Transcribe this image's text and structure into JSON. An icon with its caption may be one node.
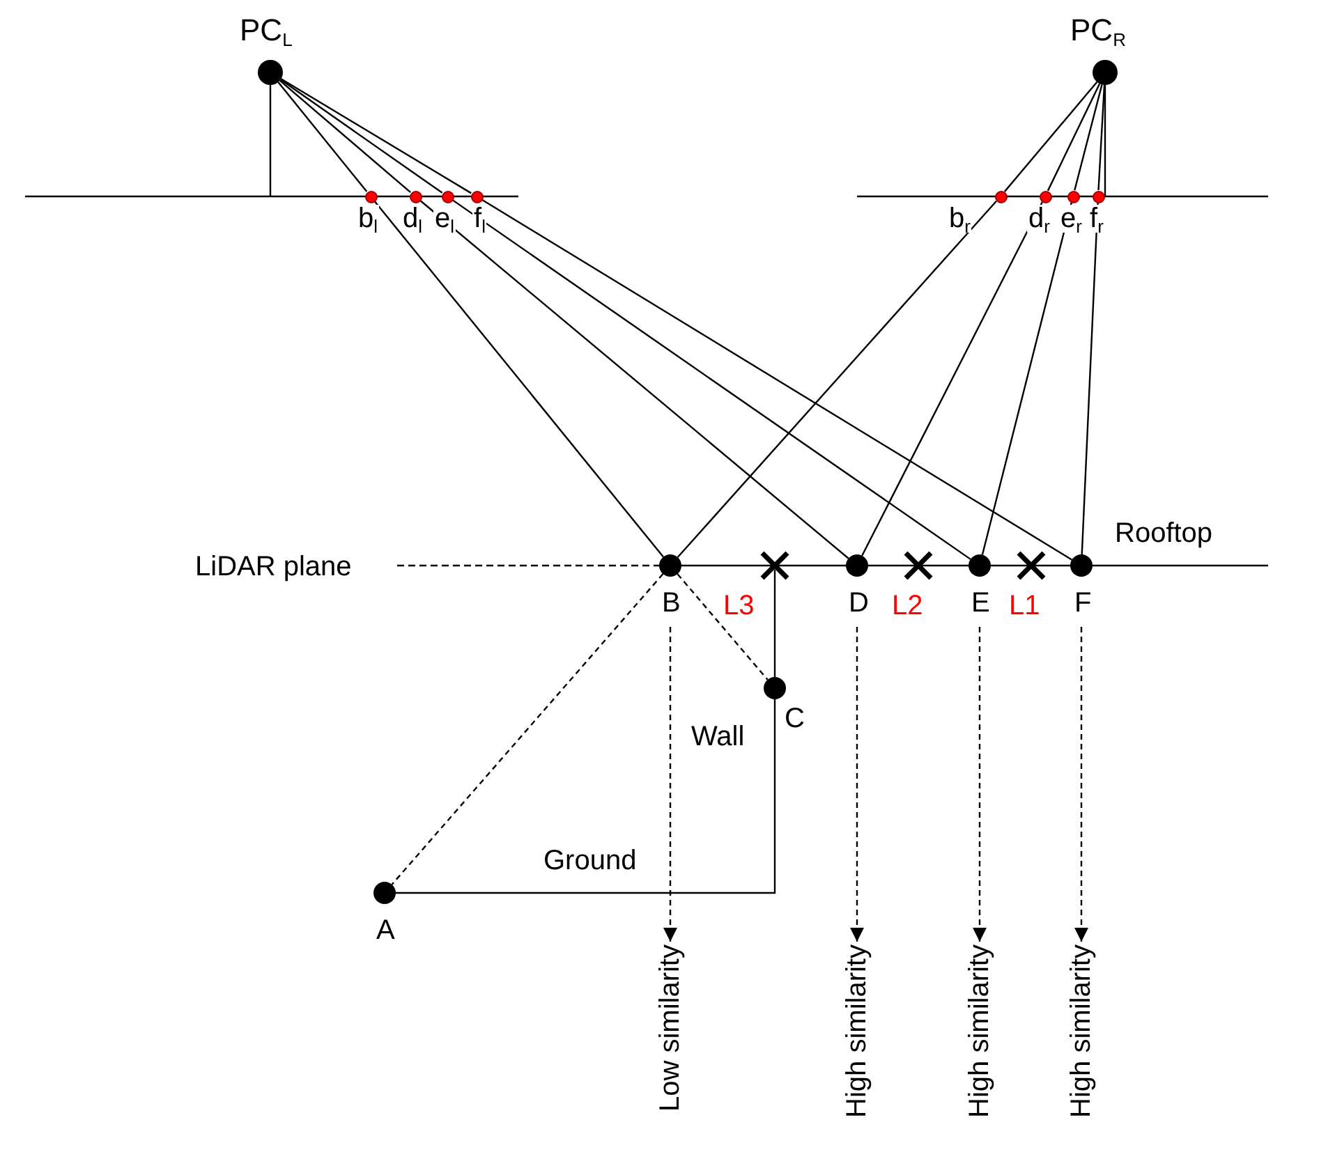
{
  "diagram": {
    "nodes": [
      {
        "text": [],
        "shape": "circle",
        "beside": [
          "PC$_{L}$"
        ]
      },
      {
        "text": [],
        "shape": "circle",
        "beside": [
          "PC$_{R}$"
        ]
      },
      {
        "text": [],
        "shape": "circle",
        "beside": [
          "b$_{l}$"
        ]
      },
      {
        "text": [],
        "shape": "circle",
        "beside": [
          "d$_{l}$"
        ]
      },
      {
        "text": [],
        "shape": "circle",
        "beside": [
          "e$_{l}$"
        ]
      },
      {
        "text": [],
        "shape": "circle",
        "beside": [
          "f$_{l}$"
        ]
      },
      {
        "text": [],
        "shape": "circle",
        "beside": [
          "b$_{r}$"
        ]
      },
      {
        "text": [],
        "shape": "circle",
        "beside": [
          "d$_{r}$"
        ]
      },
      {
        "text": [],
        "shape": "circle",
        "beside": [
          "e$_{r}$"
        ]
      },
      {
        "text": [],
        "shape": "circle",
        "beside": [
          "f$_{r}$"
        ]
      },
      {
        "text": [],
        "shape": "circle",
        "beside": [
          "B"
        ]
      },
      {
        "text": [],
        "shape": "circle",
        "beside": [
          "D"
        ]
      },
      {
        "text": [],
        "shape": "circle",
        "beside": [
          "E"
        ]
      },
      {
        "text": [],
        "shape": "circle",
        "beside": [
          "F"
        ]
      },
      {
        "text": [],
        "shape": "circle",
        "beside": [
          "C"
        ]
      },
      {
        "text": [],
        "shape": "circle",
        "beside": [
          "A"
        ]
      },
      {
        "text": [
          "Low similarity"
        ]
      },
      {
        "text": [
          "High similarity"
        ]
      },
      {
        "text": [
          "High similarity"
        ]
      },
      {
        "text": [
          "High similarity"
        ]
      }
    ],
    "edges": [
      {
        "from": 0,
        "to": 2,
        "arrow": "none"
      },
      {
        "from": 2,
        "to": 10,
        "arrow": "none"
      },
      {
        "from": 0,
        "to": 3,
        "arrow": "none"
      },
      {
        "from": 3,
        "to": 11,
        "arrow": "none"
      },
      {
        "from": 0,
        "to": 4,
        "arrow": "none"
      },
      {
        "from": 4,
        "to": 12,
        "arrow": "none"
      },
      {
        "from": 0,
        "to": 5,
        "arrow": "none"
      },
      {
        "from": 5,
        "to": 13,
        "arrow": "none"
      },
      {
        "from": 1,
        "to": 6,
        "arrow": "none"
      },
      {
        "from": 6,
        "to": 10,
        "arrow": "none"
      },
      {
        "from": 1,
        "to": 7,
        "arrow": "none"
      },
      {
        "from": 7,
        "to": 11,
        "arrow": "none"
      },
      {
        "from": 1,
        "to": 8,
        "arrow": "none"
      },
      {
        "from": 8,
        "to": 12,
        "arrow": "none"
      },
      {
        "from": 1,
        "to": 9,
        "arrow": "none"
      },
      {
        "from": 9,
        "to": 13,
        "arrow": "none"
      },
      {
        "from": 10,
        "to": 15,
        "arrow": "none",
        "style": "dashed"
      },
      {
        "from": 10,
        "to": 14,
        "arrow": "none",
        "style": "dashed"
      },
      {
        "from": 15,
        "to": 14,
        "arrow": "none"
      },
      {
        "from": 10,
        "to": 16,
        "arrow": "to",
        "style": "dashed"
      },
      {
        "from": 11,
        "to": 17,
        "arrow": "to",
        "style": "dashed"
      },
      {
        "from": 12,
        "to": 18,
        "arrow": "to",
        "style": "dashed"
      },
      {
        "from": 13,
        "to": 19,
        "arrow": "to",
        "style": "dashed"
      }
    ],
    "labels": [
      "LiDAR plane",
      "Rooftop",
      "L3",
      "L2",
      "L1",
      "Wall",
      "Ground"
    ]
  }
}
